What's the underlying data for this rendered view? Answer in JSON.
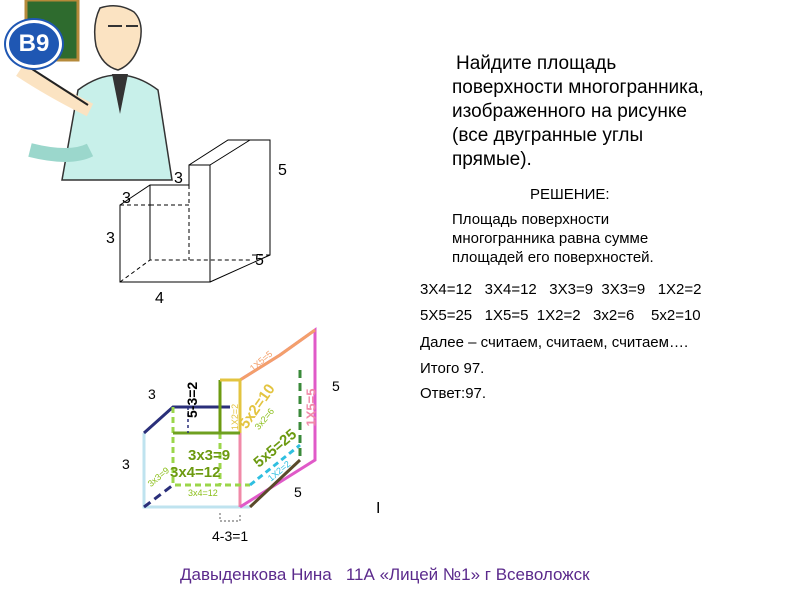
{
  "badge": "B9",
  "task": {
    "line1": "Найдите площадь",
    "line2": "поверхности многогранника,",
    "line3": "изображенного на рисунке",
    "line4": "(все двугранные углы",
    "line5": "прямые)."
  },
  "solution": {
    "heading": "РЕШЕНИЕ:",
    "text1": "Площадь поверхности",
    "text2": "многогранника равна сумме",
    "text3": "площадей его поверхностей.",
    "calc1": "3X4=12   3X4=12   3X3=9  3X3=9   1X2=2",
    "calc2": "5X5=25   1X5=5  1X2=2   3x2=6    5x2=10",
    "line_next": "Далее – считаем, считаем, считаем….",
    "line_total": "Итого 97.",
    "answer": "Ответ:97."
  },
  "figure_top_labels": {
    "a": "3",
    "b": "3",
    "c": "3",
    "d": "5",
    "e": "5",
    "f": "4"
  },
  "figure_bottom_labels": {
    "top3": "3",
    "side3": "3",
    "five_right": "5",
    "five_bottom": "5",
    "diff": "5-3=2",
    "bottom_diff": "4-3=1",
    "f1": "3x3=9",
    "f2": "3x4=12",
    "f3": "3x4=12",
    "f4": "3x3=9",
    "f5": "5x5=25",
    "f6": "5x2=10",
    "f7": "1X5=5",
    "f8": "1X5=5",
    "f9": "1X2=2",
    "f10": "3x2=6",
    "f11": "1X2=2",
    "cursor": "I"
  },
  "footer": "Давыденкова Нина   11А «Лицей №1» г Всеволожск"
}
